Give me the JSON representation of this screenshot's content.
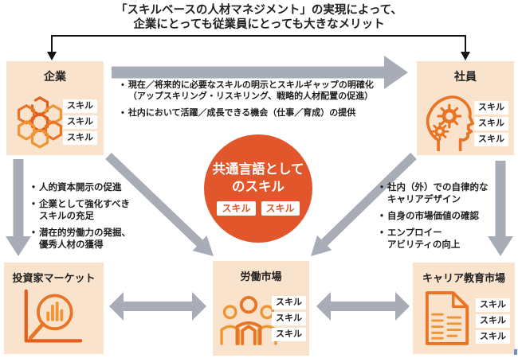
{
  "title": {
    "line1": "「スキルベースの人材マネジメント」の実現によって、",
    "line2": "企業にとっても従業員にとっても大きなメリット"
  },
  "colors": {
    "box_bg": "#f9e3cc",
    "accent_orange": "#e87425",
    "circle_bg": "#e1562a",
    "arrow_gray": "#a7acb6",
    "bracket_black": "#141414",
    "text": "#1f1f1f"
  },
  "boxes": {
    "company": {
      "label": "企業",
      "skills": [
        "スキル",
        "スキル",
        "スキル"
      ]
    },
    "employee": {
      "label": "社員",
      "skills": [
        "スキル",
        "スキル",
        "スキル"
      ]
    },
    "investor": {
      "label": "投資家マーケット"
    },
    "labor": {
      "label": "労働市場",
      "skills": [
        "スキル",
        "スキル",
        "スキル"
      ]
    },
    "career": {
      "label": "キャリア教育市場",
      "skills": [
        "スキル",
        "スキル",
        "スキル"
      ]
    }
  },
  "center_circle": {
    "line1": "共通言語として",
    "line2": "のスキル",
    "badges": [
      "スキル",
      "スキル"
    ]
  },
  "bullets": {
    "company_to_employee": [
      {
        "lines": [
          "現在／将来的に必要なスキルの明示とスキルギャップの明確化",
          "（アップスキリング・リスキリング、戦略的人材配置の促進）"
        ]
      },
      {
        "lines": [
          "社内において活躍／成長できる機会（仕事／育成）の提供"
        ]
      }
    ],
    "company_down": [
      {
        "lines": [
          "人的資本開示の促進"
        ]
      },
      {
        "lines": [
          "企業として強化すべき",
          "スキルの充足"
        ]
      },
      {
        "lines": [
          "潜在的労働力の発掘、",
          "優秀人材の獲得"
        ]
      }
    ],
    "employee_down": [
      {
        "lines": [
          "社内（外）での自律的な",
          "キャリアデザイン"
        ]
      },
      {
        "lines": [
          "自身の市場価値の確認"
        ]
      },
      {
        "lines": [
          "エンプロイー",
          "アビリティの向上"
        ]
      }
    ]
  },
  "icons": {
    "company": "hexagon-cluster-icon",
    "employee": "head-gears-icon",
    "investor": "chart-magnifier-icon",
    "labor": "people-group-icon",
    "career": "document-icon"
  }
}
